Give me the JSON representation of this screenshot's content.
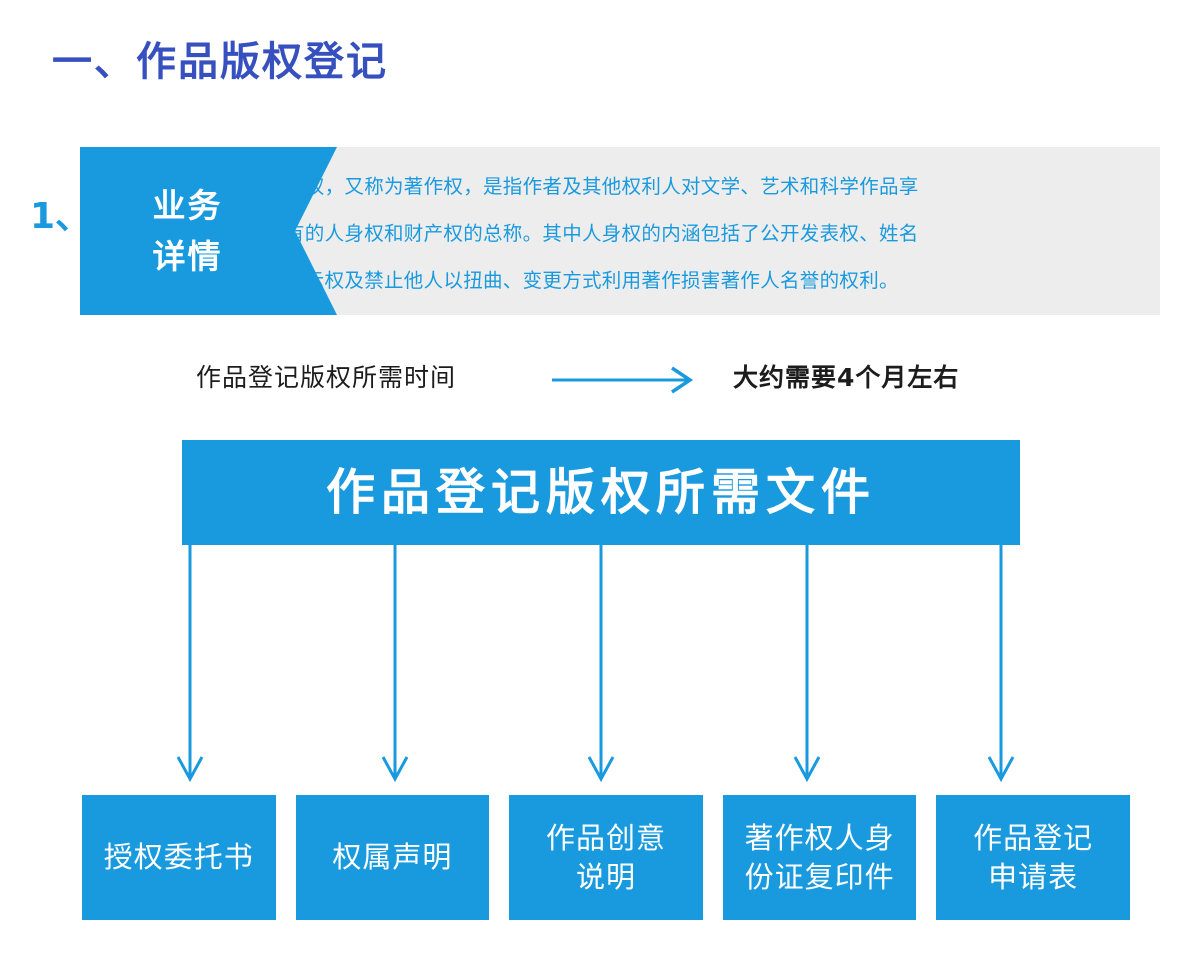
{
  "page": {
    "title": "一、作品版权登记",
    "title_color": "#3651bf",
    "accent_color": "#1a9ade",
    "panel_color": "#ededed",
    "background_color": "#ffffff"
  },
  "detail_section": {
    "index_label": "1、",
    "tag_lines": [
      "业务",
      "详情"
    ],
    "paragraph_lines": [
      "版权，又称为著作权，是指作者及其他权利人对文学、艺术和科学作品享",
      "有的人身权和财产权的总称。其中人身权的内涵包括了公开发表权、姓名",
      "表示权及禁止他人以扭曲、变更方式利用著作损害著作人名誉的权利。"
    ]
  },
  "time_row": {
    "left_label": "作品登记版权所需时间",
    "arrow_icon": "right-arrow-icon",
    "right_label": "大约需要4个月左右"
  },
  "documents": {
    "banner_title": "作品登记版权所需文件",
    "items": [
      {
        "label": "授权委托书"
      },
      {
        "label": "权属声明"
      },
      {
        "label": "作品创意\n说明"
      },
      {
        "label": "著作权人身\n份证复印件"
      },
      {
        "label": "作品登记\n申请表"
      }
    ]
  }
}
